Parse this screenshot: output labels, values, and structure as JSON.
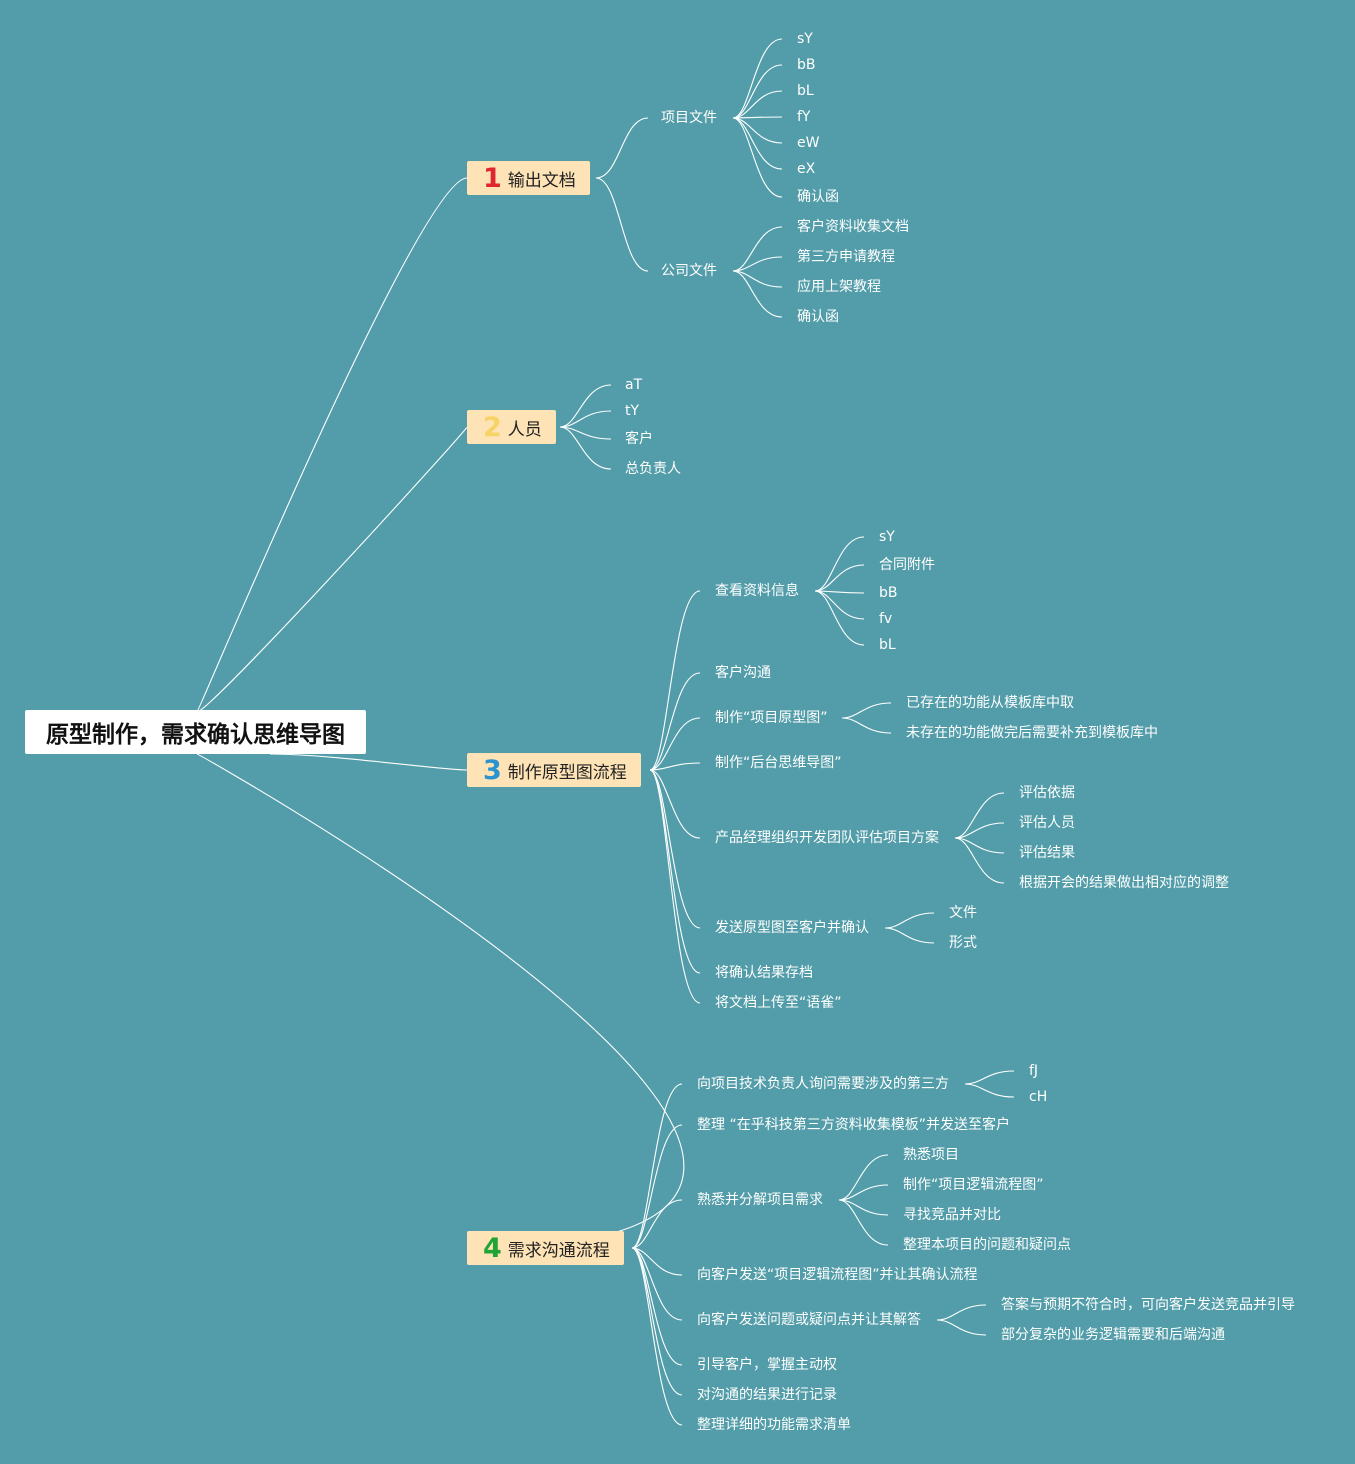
{
  "root": {
    "title": "原型制作，需求确认思维导图"
  },
  "colors": {
    "background": "#529da9",
    "branch_bg": "#fde3b6",
    "num1": "#e0262e",
    "num2": "#f7d264",
    "num3": "#2b93cf",
    "num4": "#21a336"
  },
  "branches": [
    {
      "num": "1",
      "label": "输出文档",
      "children": [
        {
          "label": "项目文件",
          "children": [
            "sY",
            "bB",
            "bL",
            "fY",
            "eW",
            "eX",
            "确认函"
          ]
        },
        {
          "label": "公司文件",
          "children": [
            "客户资料收集文档",
            "第三方申请教程",
            "应用上架教程",
            "确认函"
          ]
        }
      ]
    },
    {
      "num": "2",
      "label": "人员",
      "children": [
        {
          "label": "aT"
        },
        {
          "label": "tY"
        },
        {
          "label": "客户"
        },
        {
          "label": "总负责人"
        }
      ]
    },
    {
      "num": "3",
      "label": "制作原型图流程",
      "children": [
        {
          "label": "查看资料信息",
          "children": [
            "sY",
            "合同附件",
            "bB",
            "fv",
            "bL"
          ]
        },
        {
          "label": "客户沟通"
        },
        {
          "label": "制作“项目原型图”",
          "children": [
            "已存在的功能从模板库中取",
            "未存在的功能做完后需要补充到模板库中"
          ]
        },
        {
          "label": "制作“后台思维导图”"
        },
        {
          "label": "产品经理组织开发团队评估项目方案",
          "children": [
            "评估依据",
            "评估人员",
            "评估结果",
            "根据开会的结果做出相对应的调整"
          ]
        },
        {
          "label": "发送原型图至客户并确认",
          "children": [
            "文件",
            "形式"
          ]
        },
        {
          "label": "将确认结果存档"
        },
        {
          "label": "将文档上传至“语雀”"
        }
      ]
    },
    {
      "num": "4",
      "label": "需求沟通流程",
      "children": [
        {
          "label": "向项目技术负责人询问需要涉及的第三方",
          "children": [
            "fJ",
            "cH"
          ]
        },
        {
          "label": "整理 “在乎科技第三方资料收集模板”并发送至客户"
        },
        {
          "label": "熟悉并分解项目需求",
          "children": [
            "熟悉项目",
            "制作“项目逻辑流程图”",
            "寻找竞品并对比",
            "整理本项目的问题和疑问点"
          ]
        },
        {
          "label": "向客户发送“项目逻辑流程图”并让其确认流程"
        },
        {
          "label": "向客户发送问题或疑问点并让其解答",
          "children": [
            "答案与预期不符合时，可向客户发送竞品并引导",
            "部分复杂的业务逻辑需要和后端沟通"
          ]
        },
        {
          "label": "引导客户，掌握主动权"
        },
        {
          "label": "对沟通的结果进行记录"
        },
        {
          "label": "整理详细的功能需求清单"
        }
      ]
    }
  ]
}
